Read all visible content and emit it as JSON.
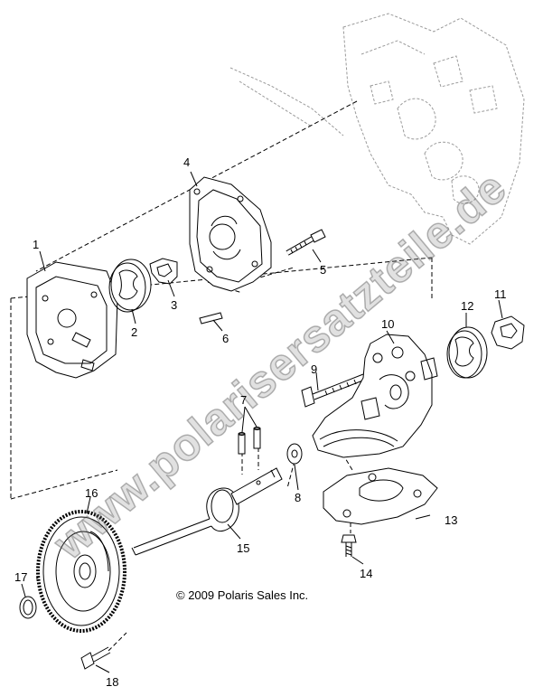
{
  "diagram": {
    "callouts": [
      "1",
      "2",
      "3",
      "4",
      "5",
      "6",
      "7",
      "8",
      "9",
      "10",
      "11",
      "12",
      "13",
      "14",
      "15",
      "16",
      "17",
      "18"
    ],
    "copyright": "© 2009 Polaris Sales Inc.",
    "watermark": "www.polarisersatzteile.de"
  }
}
